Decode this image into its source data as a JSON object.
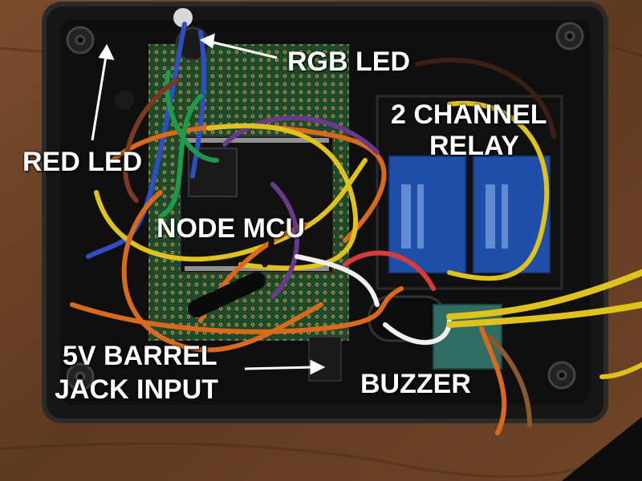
{
  "annotations": {
    "rgb_led": "RGB LED",
    "relay_line1": "2 CHANNEL",
    "relay_line2": "RELAY",
    "red_led": "RED LED",
    "node_mcu": "NODE MCU",
    "barrel_line1": "5V BARREL",
    "barrel_line2": "JACK INPUT",
    "buzzer": "BUZZER"
  },
  "colors": {
    "wood": "#6b4429",
    "enclosure": "#141414",
    "pcb": "#1e4a2c",
    "relay": "#1f4fa8",
    "label_text": "#ffffff"
  }
}
